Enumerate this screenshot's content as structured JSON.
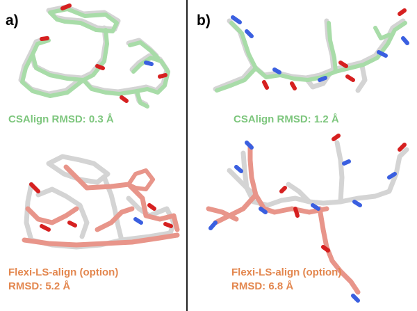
{
  "panels": {
    "a": {
      "label": "a)",
      "top_caption": "CSAlign RMSD: 0.3 Å",
      "bottom_caption_line1": "Flexi-LS-align (option)",
      "bottom_caption_line2": "RMSD: 5.2 Å"
    },
    "b": {
      "label": "b)",
      "top_caption": "CSAlign RMSD: 1.2 Å",
      "bottom_caption_line1": "Flexi-LS-align (option)",
      "bottom_caption_line2": "RMSD: 6.8 Å"
    }
  },
  "colors": {
    "reference_structure": "#d4d4d4",
    "csalign_structure": "#a8dca8",
    "flexi_structure": "#e8958a",
    "oxygen": "#d62020",
    "nitrogen": "#3a5fe0",
    "csalign_text": "#7dc67d",
    "flexi_text": "#e3874f"
  }
}
